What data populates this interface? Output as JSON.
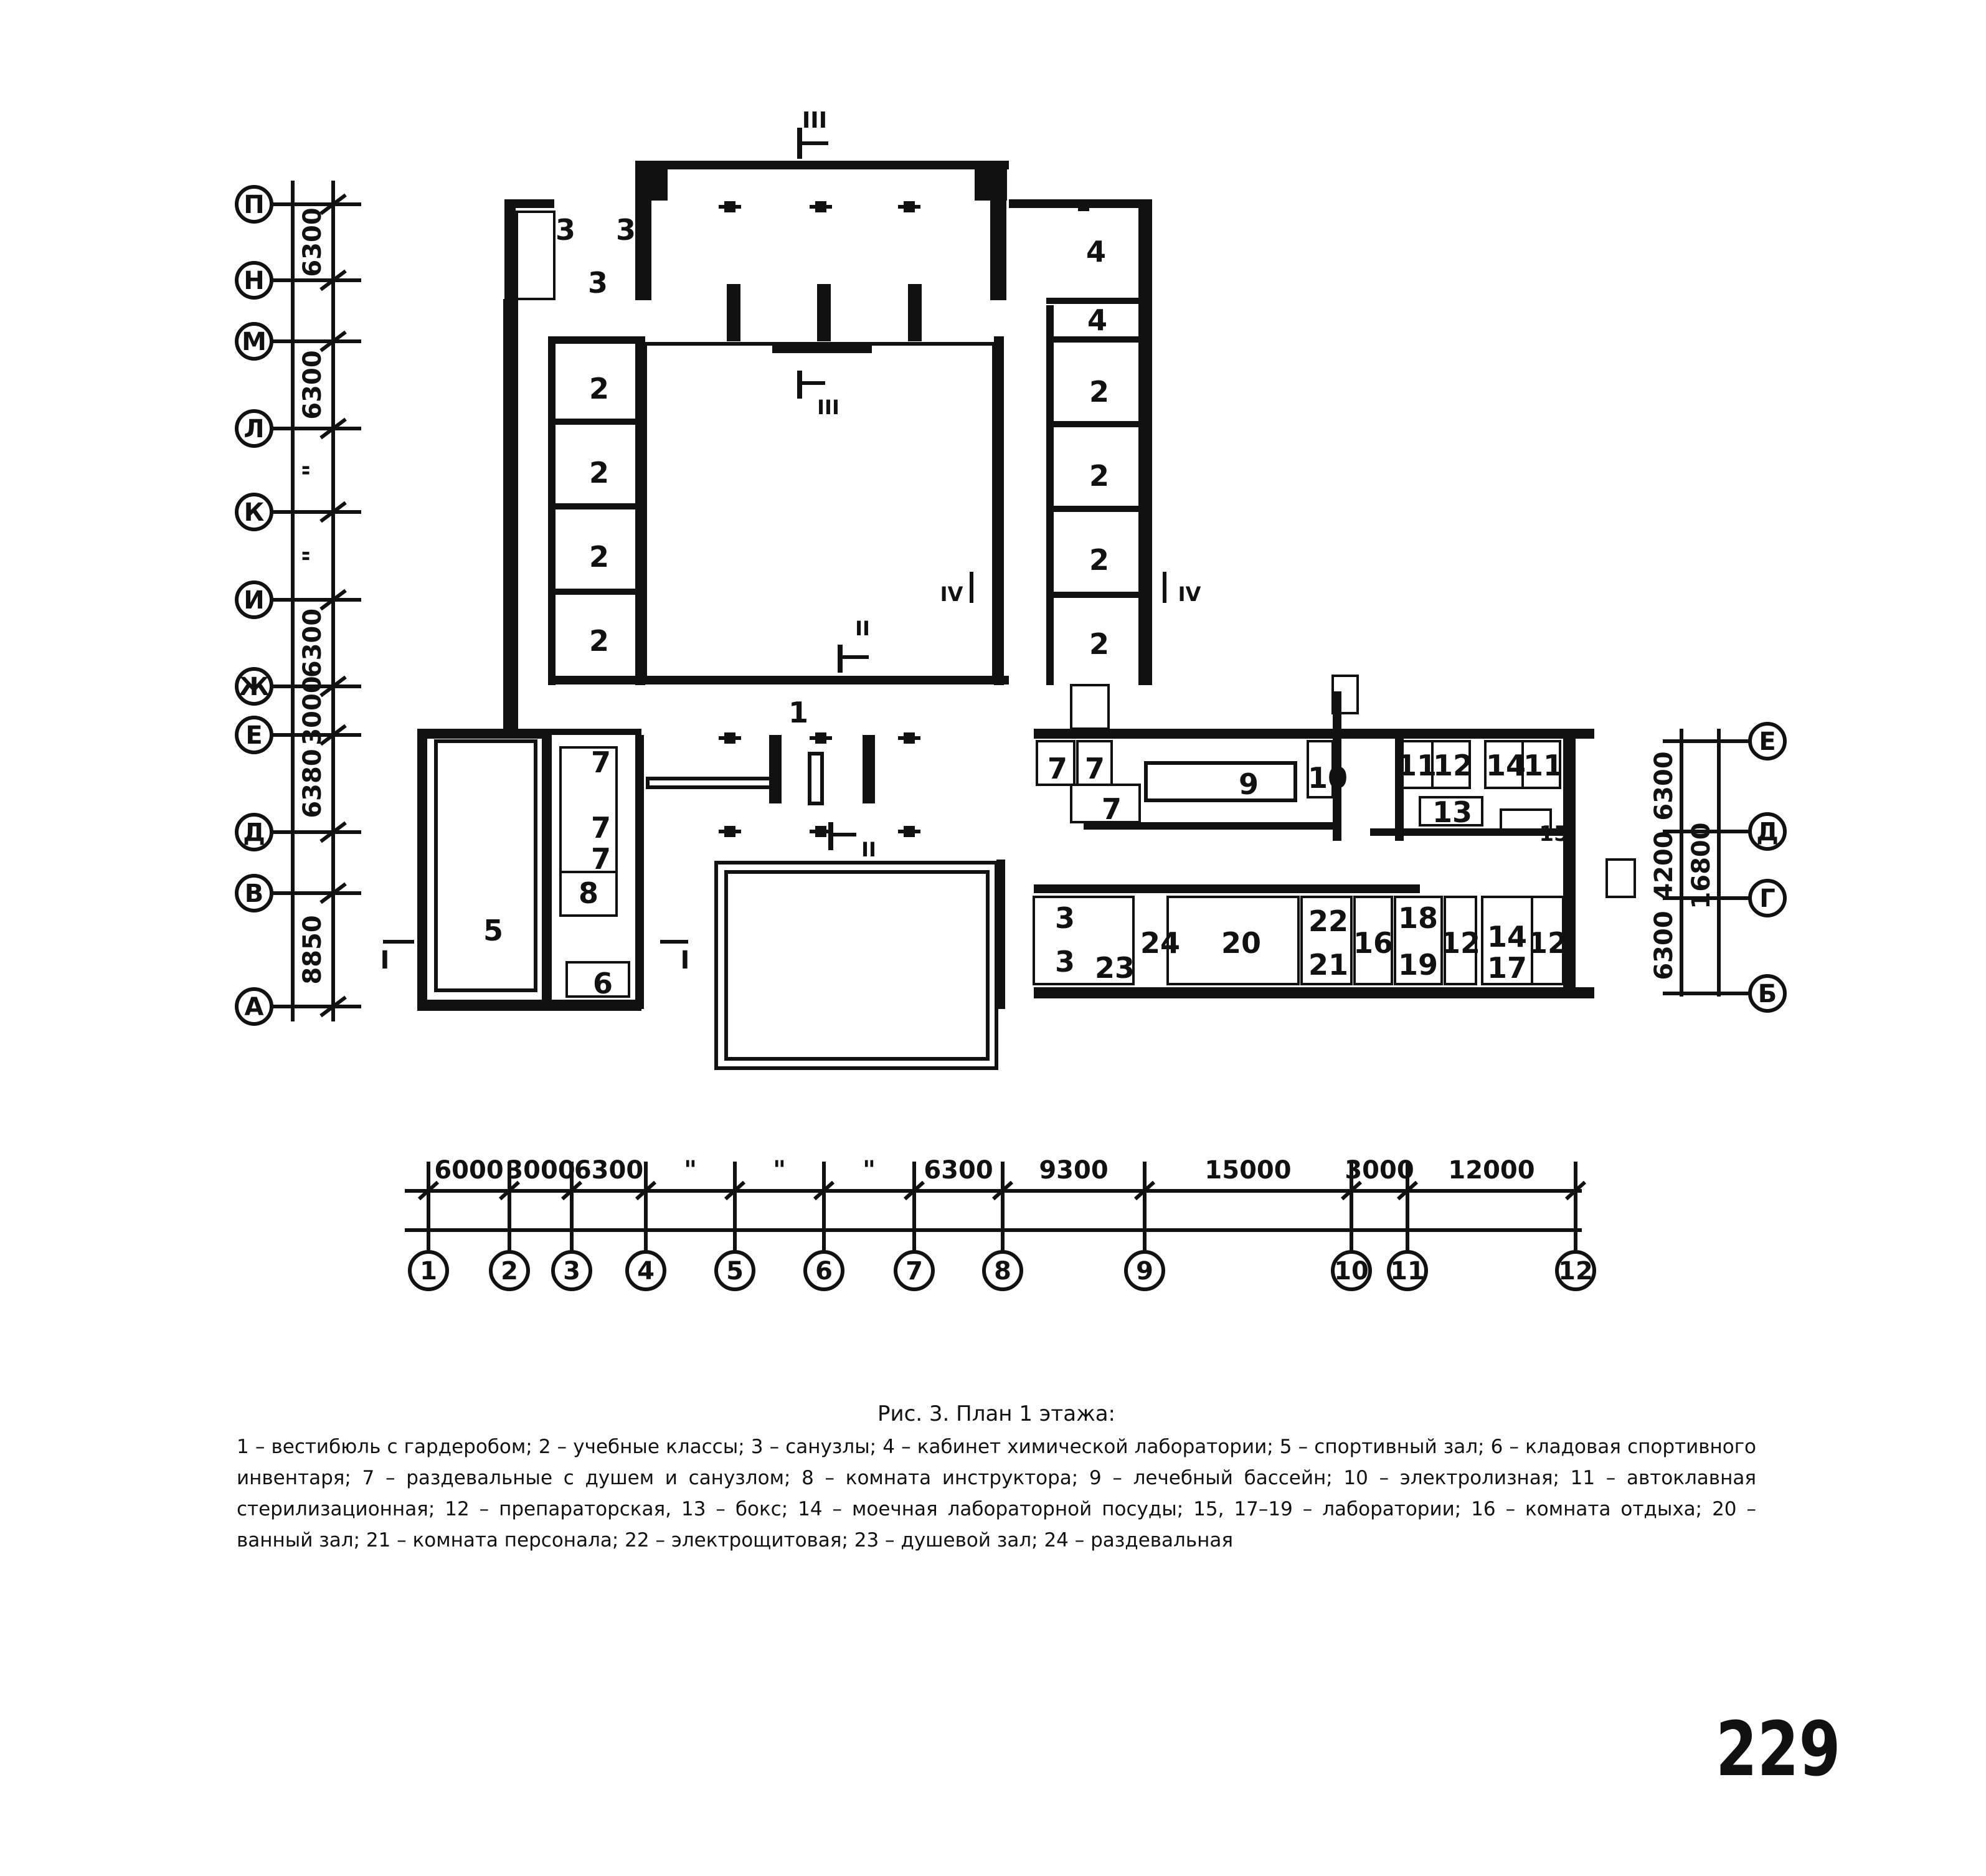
{
  "left_axes": [
    {
      "label": "П"
    },
    {
      "label": "Н"
    },
    {
      "label": "М"
    },
    {
      "label": "Л"
    },
    {
      "label": "К"
    },
    {
      "label": "И"
    },
    {
      "label": "Ж"
    },
    {
      "label": "Е"
    },
    {
      "label": "Д"
    },
    {
      "label": "В"
    },
    {
      "label": "А"
    }
  ],
  "left_dims": [
    "6300",
    "6300",
    "\"",
    "\"",
    "6300",
    "3000",
    "6380",
    "8850"
  ],
  "right_axes": [
    {
      "label": "Е"
    },
    {
      "label": "Д"
    },
    {
      "label": "Г"
    },
    {
      "label": "Б"
    }
  ],
  "right_dims": [
    "6300",
    "4200",
    "16800",
    "6300"
  ],
  "bottom_axes": [
    "1",
    "2",
    "3",
    "4",
    "5",
    "6",
    "7",
    "8",
    "9",
    "10",
    "11",
    "12"
  ],
  "bottom_dims": [
    "6000",
    "3000",
    "6300",
    "\"",
    "\"",
    "\"",
    "6300",
    "9300",
    "15000",
    "3000",
    "12000"
  ],
  "rooms": [
    "3",
    "3",
    "3",
    "4",
    "4",
    "2",
    "2",
    "2",
    "2",
    "2",
    "2",
    "2",
    "2",
    "1",
    "5",
    "7",
    "7",
    "7",
    "8",
    "6",
    "7",
    "7",
    "7",
    "9",
    "10",
    "11",
    "12",
    "14",
    "11",
    "13",
    "15",
    "3",
    "3",
    "24",
    "23",
    "20",
    "22",
    "21",
    "16",
    "18",
    "19",
    "12",
    "14",
    "17",
    "12"
  ],
  "section_marks": [
    "III",
    "III",
    "IV",
    "IV",
    "II",
    "II",
    "I",
    "I"
  ],
  "caption": {
    "title": "Рис. 3. План 1  этажа:",
    "body": "1 – вестибюль с гардеробом; 2 – учебные классы; 3 – санузлы; 4 – кабинет химической лаборатории; 5 – спортивный зал; 6 – кладовая спортивного инвентаря; 7 – раздевальные с душем и санузлом; 8 – комната инструктора; 9 – лечебный бассейн; 10 – электролизная; 11 – автоклавная стерилизационная; 12 – препараторская, 13 – бокс; 14 – моечная лабораторной посуды; 15, 17–19 – лаборатории; 16 – комната отдыха; 20 – ванный зал; 21 – комната персонала; 22 – электрощитовая; 23 – душевой зал; 24 – раздевальная"
  },
  "page_number": "229"
}
